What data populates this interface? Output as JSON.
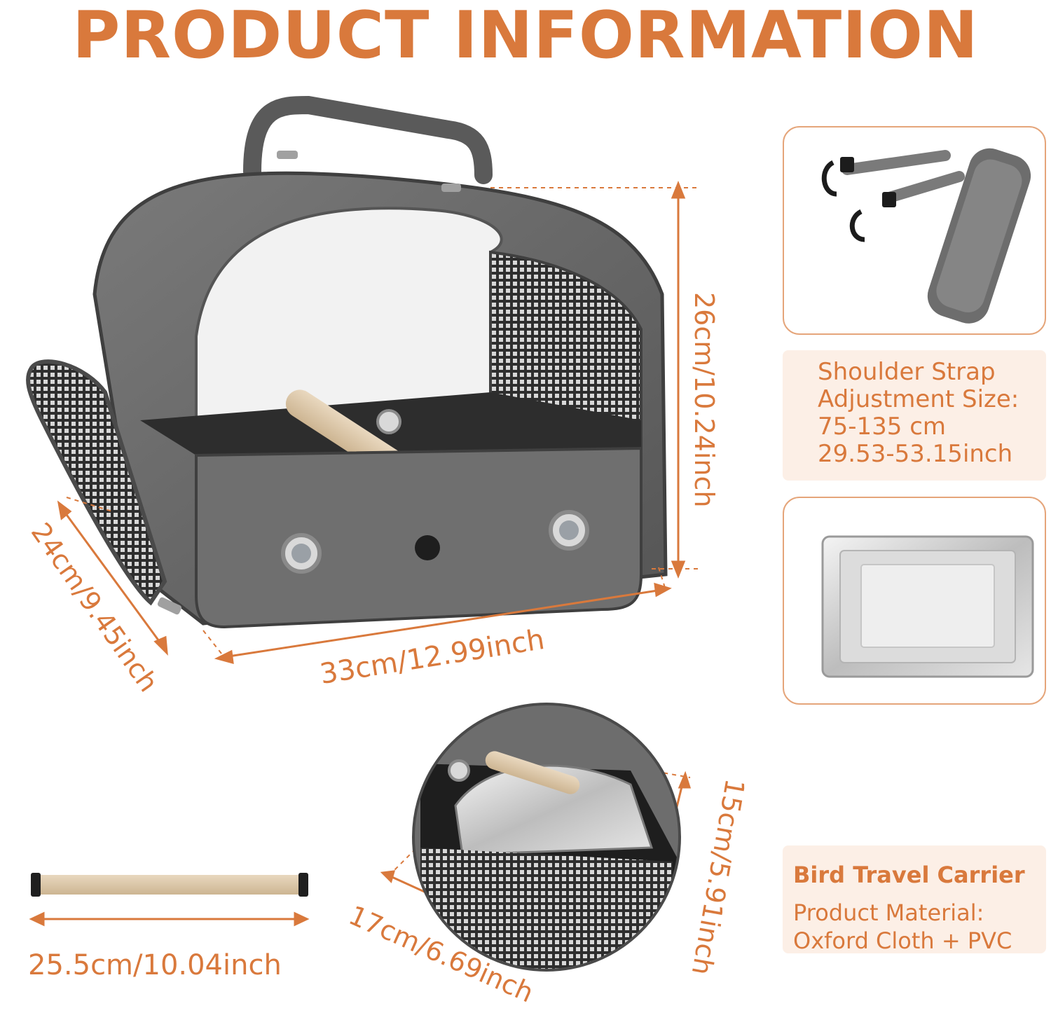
{
  "header": {
    "title": "PRODUCT INFORMATION"
  },
  "dimensions": {
    "height": "26cm/10.24inch",
    "width": "33cm/12.99inch",
    "depth": "24cm/9.45inch",
    "perch_length": "25.5cm/10.04inch",
    "tray_depth": "17cm/6.69inch",
    "tray_height": "15cm/5.91inch"
  },
  "strap_info": {
    "line1": "Shoulder Strap",
    "line2": "Adjustment Size:",
    "line3": "75-135 cm",
    "line4": "29.53-53.15inch"
  },
  "product_info": {
    "name": "Bird Travel Carrier",
    "material_label": "Product Material:",
    "material_value": "Oxford Cloth + PVC"
  },
  "colors": {
    "accent": "#D9793C",
    "panel_fill": "#FCEFE6",
    "panel_border": "#E5A57A",
    "fabric": "#6B6B6B"
  },
  "icons": [
    "shoulder-strap-image",
    "steel-tray-image",
    "wooden-perch-image",
    "carrier-bag-image",
    "tray-closeup-image"
  ]
}
